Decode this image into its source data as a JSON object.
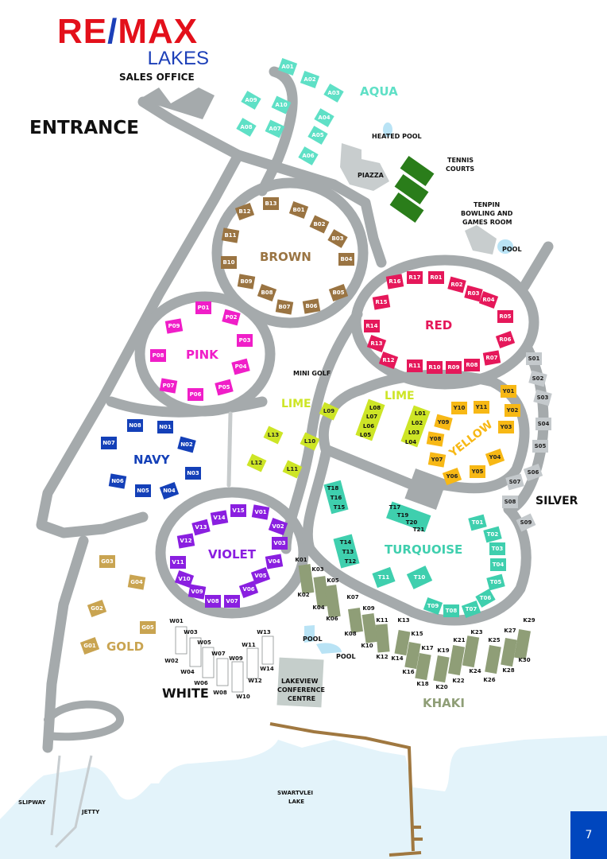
{
  "brand": {
    "name_left": "RE",
    "slash": "/",
    "name_right": "MAX",
    "sub": "LAKES"
  },
  "page_number": "7",
  "facilities": {
    "sales_office": "SALES OFFICE",
    "entrance": "ENTRANCE",
    "heated_pool": "HEATED POOL",
    "piazza": "PIAZZA",
    "tennis": [
      "TENNIS",
      "COURTS"
    ],
    "tenpin": [
      "TENPIN",
      "BOWLING AND",
      "GAMES ROOM"
    ],
    "pool_tenpin": "POOL",
    "mini_golf": "MINI GOLF",
    "pool_a": "POOL",
    "pool_b": "POOL",
    "lakeview": [
      "LAKEVIEW",
      "CONFERENCE",
      "CENTRE"
    ],
    "lake": [
      "SWARTVLEI",
      "LAKE"
    ],
    "slipway": "SLIPWAY",
    "jetty": "JETTY"
  },
  "zones": {
    "aqua": {
      "name": "AQUA",
      "color": "#5fe0c6",
      "units": [
        "A01",
        "A02",
        "A03",
        "A04",
        "A05",
        "A06",
        "A07",
        "A08",
        "A09",
        "A10"
      ]
    },
    "brown": {
      "name": "BROWN",
      "color": "#9a7442",
      "units": [
        "B01",
        "B02",
        "B03",
        "B04",
        "B05",
        "B06",
        "B07",
        "B08",
        "B09",
        "B10",
        "B11",
        "B12",
        "B13"
      ]
    },
    "red": {
      "name": "RED",
      "color": "#e5185a",
      "units": [
        "R01",
        "R02",
        "R03",
        "R04",
        "R05",
        "R06",
        "R07",
        "R08",
        "R09",
        "R10",
        "R11",
        "R12",
        "R13",
        "R14",
        "R15",
        "R16",
        "R17"
      ]
    },
    "pink": {
      "name": "PINK",
      "color": "#f01ec8",
      "units": [
        "P01",
        "P02",
        "P03",
        "P04",
        "P05",
        "P06",
        "P07",
        "P08",
        "P09"
      ]
    },
    "navy": {
      "name": "NAVY",
      "color": "#1440b8",
      "units": [
        "N01",
        "N02",
        "N03",
        "N04",
        "N05",
        "N06",
        "N07",
        "N08"
      ]
    },
    "lime_left": {
      "name": "LIME",
      "color": "#cde526",
      "units": [
        "L09",
        "L10",
        "L11",
        "L12",
        "L13"
      ]
    },
    "lime_right": {
      "name": "LIME",
      "color": "#cde526",
      "units": [
        "L08",
        "L07",
        "L06",
        "L05",
        "L01",
        "L02",
        "L03",
        "L04"
      ]
    },
    "yellow": {
      "name": "YELLOW",
      "color": "#f7b815",
      "units": [
        "Y01",
        "Y02",
        "Y03",
        "Y04",
        "Y05",
        "Y06",
        "Y07",
        "Y08",
        "Y09",
        "Y10",
        "Y11"
      ]
    },
    "silver": {
      "name": "SILVER",
      "color": "#c4c9cc",
      "units": [
        "S01",
        "S02",
        "S03",
        "S04",
        "S05",
        "S06",
        "S07",
        "S08",
        "S09"
      ]
    },
    "turquoise": {
      "name": "TURQUOISE",
      "color": "#3fcfae",
      "units": [
        "T01",
        "T02",
        "T03",
        "T04",
        "T05",
        "T06",
        "T07",
        "T08",
        "T09",
        "T10",
        "T11",
        "T12",
        "T13",
        "T14",
        "T15",
        "T16",
        "T18",
        "T17",
        "T19",
        "T20",
        "T21"
      ]
    },
    "violet": {
      "name": "VIOLET",
      "color": "#8a1fe0",
      "units": [
        "V01",
        "V02",
        "V03",
        "V04",
        "V05",
        "V06",
        "V07",
        "V08",
        "V09",
        "V10",
        "V11",
        "V12",
        "V13",
        "V14",
        "V15"
      ]
    },
    "gold": {
      "name": "GOLD",
      "color": "#c9a451",
      "units": [
        "G01",
        "G02",
        "G03",
        "G04",
        "G05"
      ]
    },
    "white": {
      "name": "WHITE",
      "color": "#8a8f90",
      "units": [
        "W01",
        "W02",
        "W03",
        "W04",
        "W05",
        "W06",
        "W07",
        "W08",
        "W09",
        "W10",
        "W11",
        "W12",
        "W13",
        "W14"
      ]
    },
    "khaki": {
      "name": "KHAKI",
      "color": "#8f9e77",
      "units": [
        "K01",
        "K02",
        "K03",
        "K04",
        "K05",
        "K06",
        "K07",
        "K08",
        "K09",
        "K10",
        "K11",
        "K12",
        "K13",
        "K14",
        "K15",
        "K16",
        "K17",
        "K18",
        "K19",
        "K20",
        "K21",
        "K22",
        "K23",
        "K24",
        "K25",
        "K26",
        "K27",
        "K28",
        "K29",
        "K30"
      ]
    }
  }
}
